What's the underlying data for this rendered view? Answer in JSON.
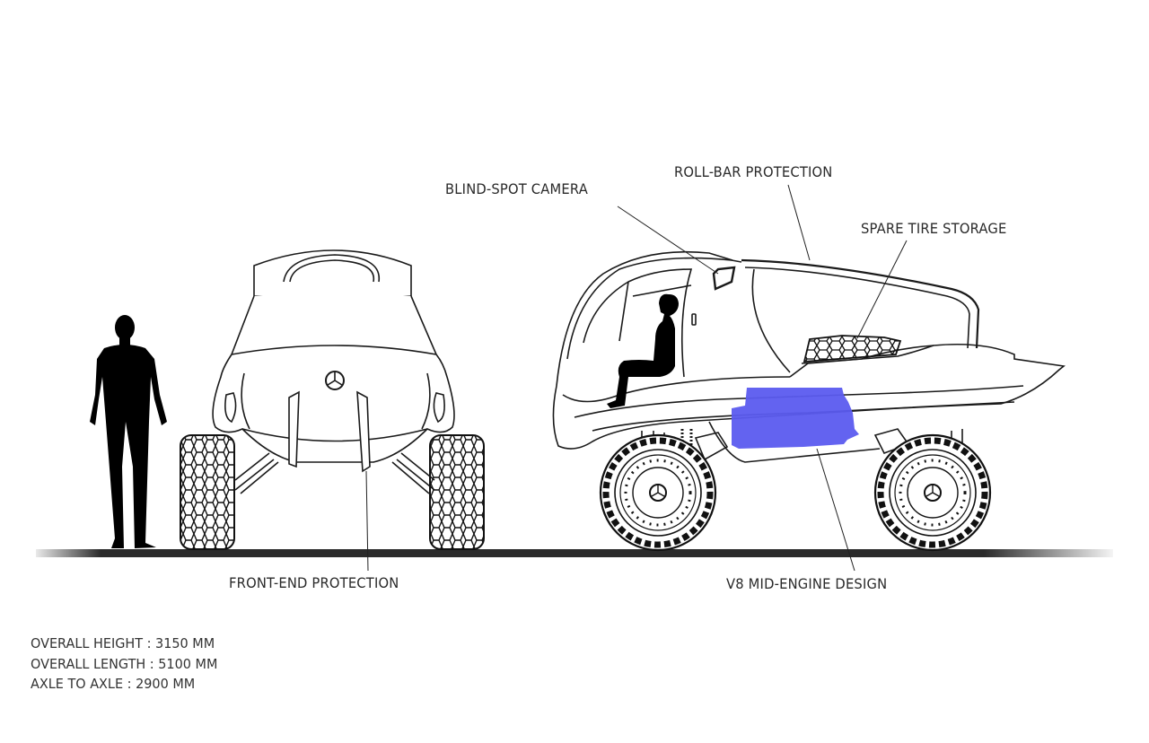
{
  "diagram": {
    "title": "Off-road concept vehicle – front and side elevation",
    "callouts": {
      "blind_spot_camera": "BLIND-SPOT CAMERA",
      "roll_bar_protection": "ROLL-BAR PROTECTION",
      "spare_tire_storage": "SPARE TIRE STORAGE",
      "front_end_protection": "FRONT-END PROTECTION",
      "v8_mid_engine": "V8 MID-ENGINE DESIGN"
    },
    "specs": [
      {
        "label": "OVERALL HEIGHT",
        "value": "3150 MM",
        "text": "OVERALL HEIGHT : 3150 MM"
      },
      {
        "label": "OVERALL LENGTH",
        "value": "5100 MM",
        "text": "OVERALL LENGTH : 5100 MM"
      },
      {
        "label": "AXLE TO AXLE",
        "value": "2900 MM",
        "text": "AXLE TO AXLE : 2900 MM"
      }
    ],
    "colors": {
      "engine_highlight": "#5b5bef",
      "line": "#1a1a1a",
      "ground": "#2b2b2b",
      "silhouette": "#000000"
    }
  }
}
